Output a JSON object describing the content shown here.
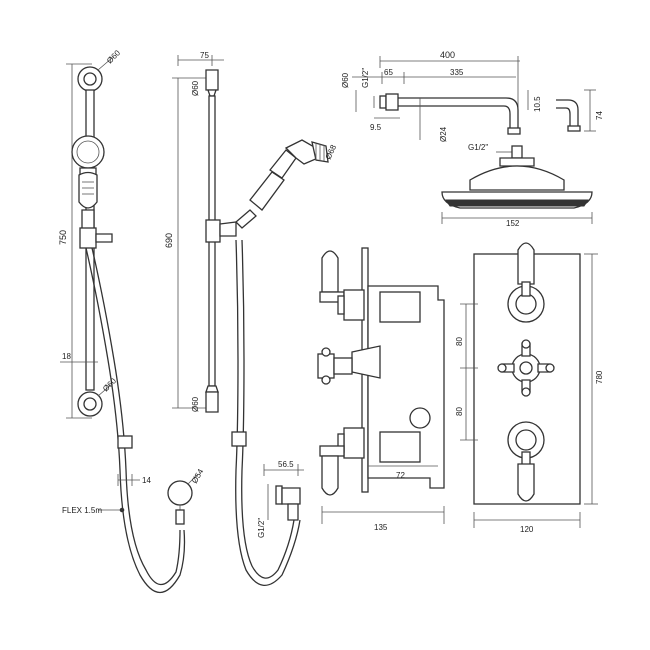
{
  "labels": {
    "rail_bracket_dia_top": "Ø60",
    "rail_height": "750",
    "rail_bracket_offset": "18",
    "rail_bracket_dia_bottom": "Ø60",
    "outlet_offset": "14",
    "flex_hose": "FLEX 1.5m",
    "riser_depth": "75",
    "riser_bracket_dia_top": "Ø60",
    "riser_rail_length": "690",
    "riser_bracket_dia_bottom": "Ø60",
    "handset_dia": "Ø68",
    "outlet_dia": "Ø54",
    "elbow_depth": "56.5",
    "elbow_thread": "G1/2\"",
    "arm_dia_flange": "Ø60",
    "arm_thread_top": "G1/2\"",
    "arm_total_length": "400",
    "arm_flange_depth": "65",
    "arm_reach": "335",
    "arm_drop": "10.5",
    "arm_offset": "9.5",
    "arm_tube_dia": "Ø24",
    "head_thread": "G1/2\"",
    "head_dia": "152",
    "ceiling_arm_height": "74",
    "valve_depth_inner": "72",
    "valve_depth": "135",
    "plate_spacing_top": "80",
    "plate_spacing_bottom": "80",
    "plate_height": "780",
    "plate_width": "120"
  }
}
